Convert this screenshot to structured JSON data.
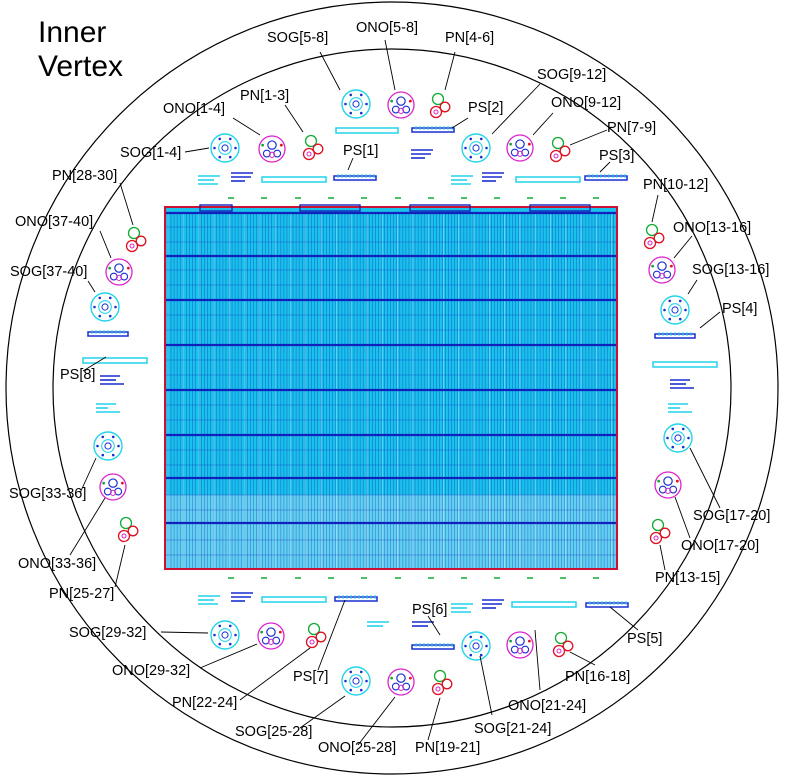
{
  "title_line1": "Inner",
  "title_line2": "Vertex",
  "colors": {
    "background": "#ffffff",
    "ring": "#000000",
    "panel_fill": "#19c2ea",
    "panel_fill_lower": "#6fd3f0",
    "panel_border": "#cc1133",
    "panel_strip": "#1022bb",
    "manifold_cyan": "#22d4ea",
    "manifold_blue": "#1a2fd0",
    "connector_green": "#11aa33",
    "connector_red": "#dd1122",
    "connector_magenta": "#dd22cc"
  },
  "labels": [
    {
      "id": "sog-5-8",
      "text": "SOG[5-8]",
      "kind": "sog"
    },
    {
      "id": "ono-5-8",
      "text": "ONO[5-8]",
      "kind": "ono"
    },
    {
      "id": "pn-4-6",
      "text": "PN[4-6]",
      "kind": "pn"
    },
    {
      "id": "sog-9-12",
      "text": "SOG[9-12]",
      "kind": "sog"
    },
    {
      "id": "pn-1-3",
      "text": "PN[1-3]",
      "kind": "pn"
    },
    {
      "id": "ps-2",
      "text": "PS[2]",
      "kind": "ps"
    },
    {
      "id": "ono-9-12",
      "text": "ONO[9-12]",
      "kind": "ono"
    },
    {
      "id": "ono-1-4",
      "text": "ONO[1-4]",
      "kind": "ono"
    },
    {
      "id": "pn-7-9",
      "text": "PN[7-9]",
      "kind": "pn"
    },
    {
      "id": "sog-1-4",
      "text": "SOG[1-4]",
      "kind": "sog"
    },
    {
      "id": "ps-1",
      "text": "PS[1]",
      "kind": "ps"
    },
    {
      "id": "ps-3",
      "text": "PS[3]",
      "kind": "ps"
    },
    {
      "id": "pn-28-30",
      "text": "PN[28-30]",
      "kind": "pn"
    },
    {
      "id": "pn-10-12",
      "text": "PN[10-12]",
      "kind": "pn"
    },
    {
      "id": "ono-37-40",
      "text": "ONO[37-40]",
      "kind": "ono"
    },
    {
      "id": "ono-13-16",
      "text": "ONO[13-16]",
      "kind": "ono"
    },
    {
      "id": "sog-37-40",
      "text": "SOG[37-40]",
      "kind": "sog"
    },
    {
      "id": "sog-13-16",
      "text": "SOG[13-16]",
      "kind": "sog"
    },
    {
      "id": "ps-4",
      "text": "PS[4]",
      "kind": "ps"
    },
    {
      "id": "ps-8",
      "text": "PS[8]",
      "kind": "ps"
    },
    {
      "id": "sog-33-36",
      "text": "SOG[33-36]",
      "kind": "sog"
    },
    {
      "id": "sog-17-20",
      "text": "SOG[17-20]",
      "kind": "sog"
    },
    {
      "id": "ono-33-36",
      "text": "ONO[33-36]",
      "kind": "ono"
    },
    {
      "id": "ono-17-20",
      "text": "ONO[17-20]",
      "kind": "ono"
    },
    {
      "id": "pn-25-27",
      "text": "PN[25-27]",
      "kind": "pn"
    },
    {
      "id": "pn-13-15",
      "text": "PN[13-15]",
      "kind": "pn"
    },
    {
      "id": "ps-6",
      "text": "PS[6]",
      "kind": "ps"
    },
    {
      "id": "sog-29-32",
      "text": "SOG[29-32]",
      "kind": "sog"
    },
    {
      "id": "ps-5",
      "text": "PS[5]",
      "kind": "ps"
    },
    {
      "id": "ono-29-32",
      "text": "ONO[29-32]",
      "kind": "ono"
    },
    {
      "id": "pn-16-18",
      "text": "PN[16-18]",
      "kind": "pn"
    },
    {
      "id": "pn-22-24",
      "text": "PN[22-24]",
      "kind": "pn"
    },
    {
      "id": "ps-7",
      "text": "PS[7]",
      "kind": "ps"
    },
    {
      "id": "ono-21-24",
      "text": "ONO[21-24]",
      "kind": "ono"
    },
    {
      "id": "sog-25-28",
      "text": "SOG[25-28]",
      "kind": "sog"
    },
    {
      "id": "sog-21-24",
      "text": "SOG[21-24]",
      "kind": "sog"
    },
    {
      "id": "ono-25-28",
      "text": "ONO[25-28]",
      "kind": "ono"
    },
    {
      "id": "pn-19-21",
      "text": "PN[19-21]",
      "kind": "pn"
    }
  ]
}
